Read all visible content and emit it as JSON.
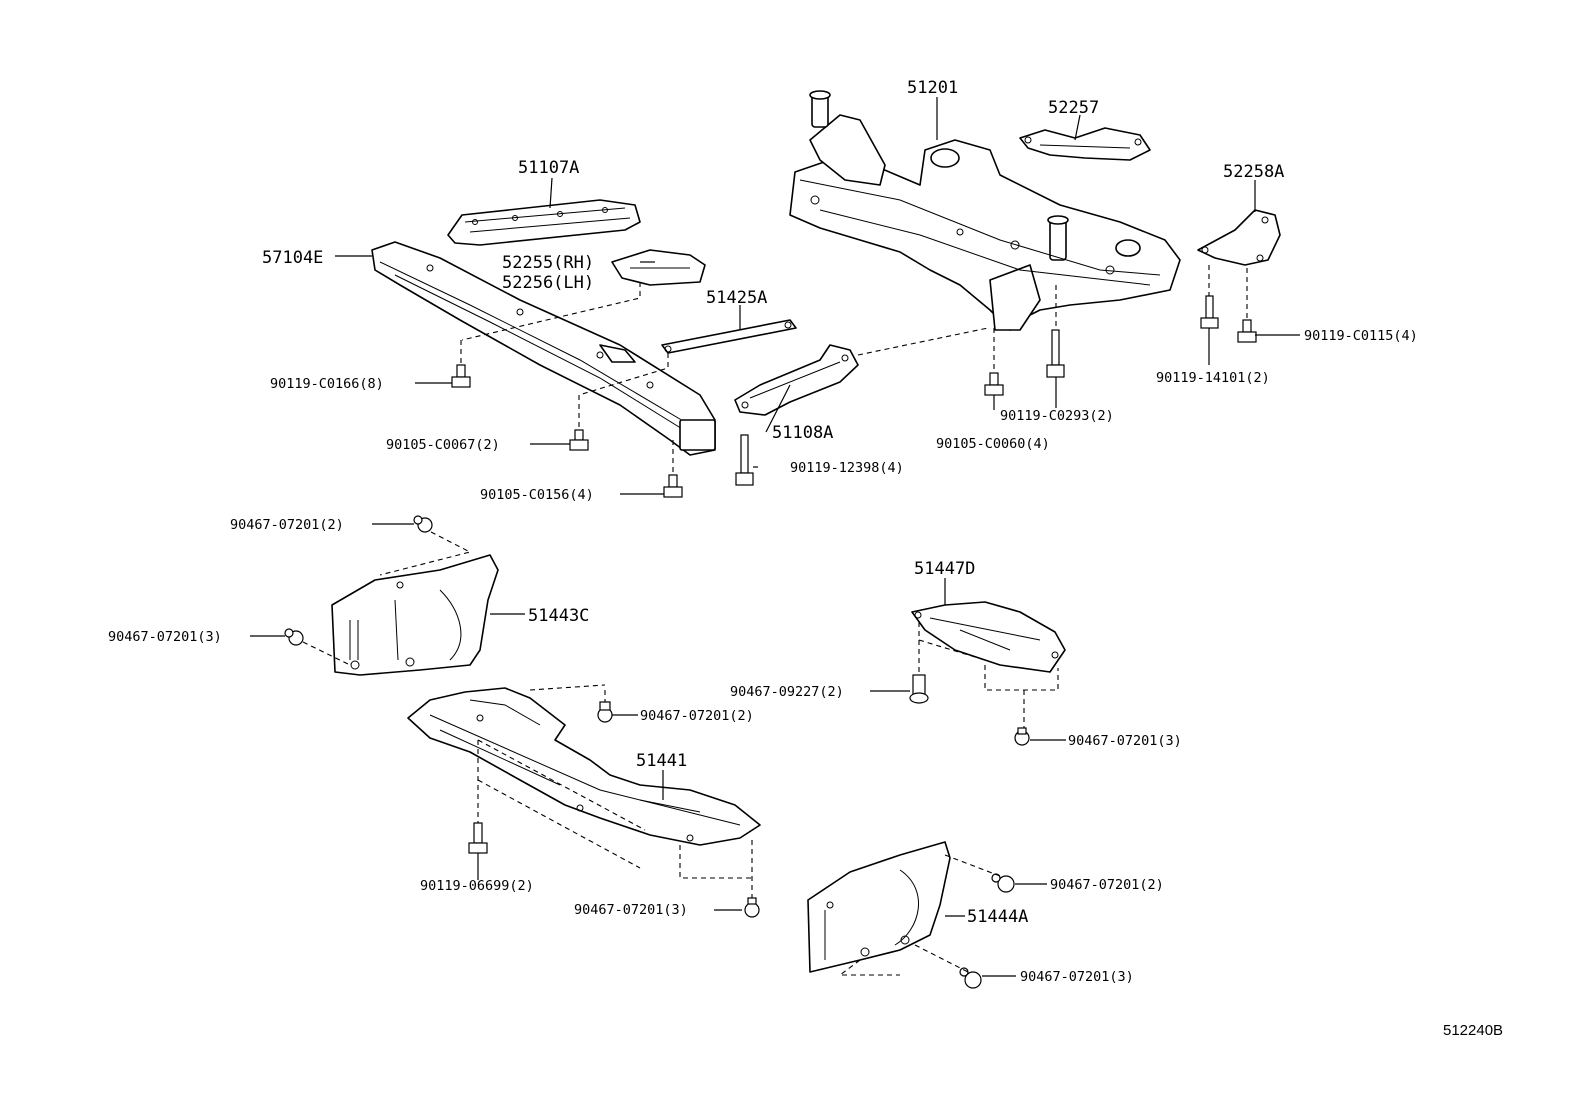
{
  "diagram_ref": "512240B",
  "parts": {
    "p51201": "51201",
    "p52257": "52257",
    "p51107A": "51107A",
    "p52258A": "52258A",
    "p57104E": "57104E",
    "p52255": "52255(RH)",
    "p52256": "52256(LH)",
    "p51425A": "51425A",
    "p51108A": "51108A",
    "p51447D": "51447D",
    "p51443C": "51443C",
    "p51441": "51441",
    "p51444A": "51444A"
  },
  "fasteners": {
    "f_c0115": "90119-C0115(4)",
    "f_14101": "90119-14101(2)",
    "f_c0166": "90119-C0166(8)",
    "f_c0293": "90119-C0293(2)",
    "f_c0060": "90105-C0060(4)",
    "f_c0067": "90105-C0067(2)",
    "f_12398": "90119-12398(4)",
    "f_c0156": "90105-C0156(4)",
    "f_07201_a": "90467-07201(2)",
    "f_07201_b": "90467-07201(3)",
    "f_07201_c": "90467-07201(2)",
    "f_09227": "90467-09227(2)",
    "f_07201_d": "90467-07201(3)",
    "f_06699": "90119-06699(2)",
    "f_07201_e": "90467-07201(3)",
    "f_07201_f": "90467-07201(2)",
    "f_07201_g": "90467-07201(3)"
  }
}
